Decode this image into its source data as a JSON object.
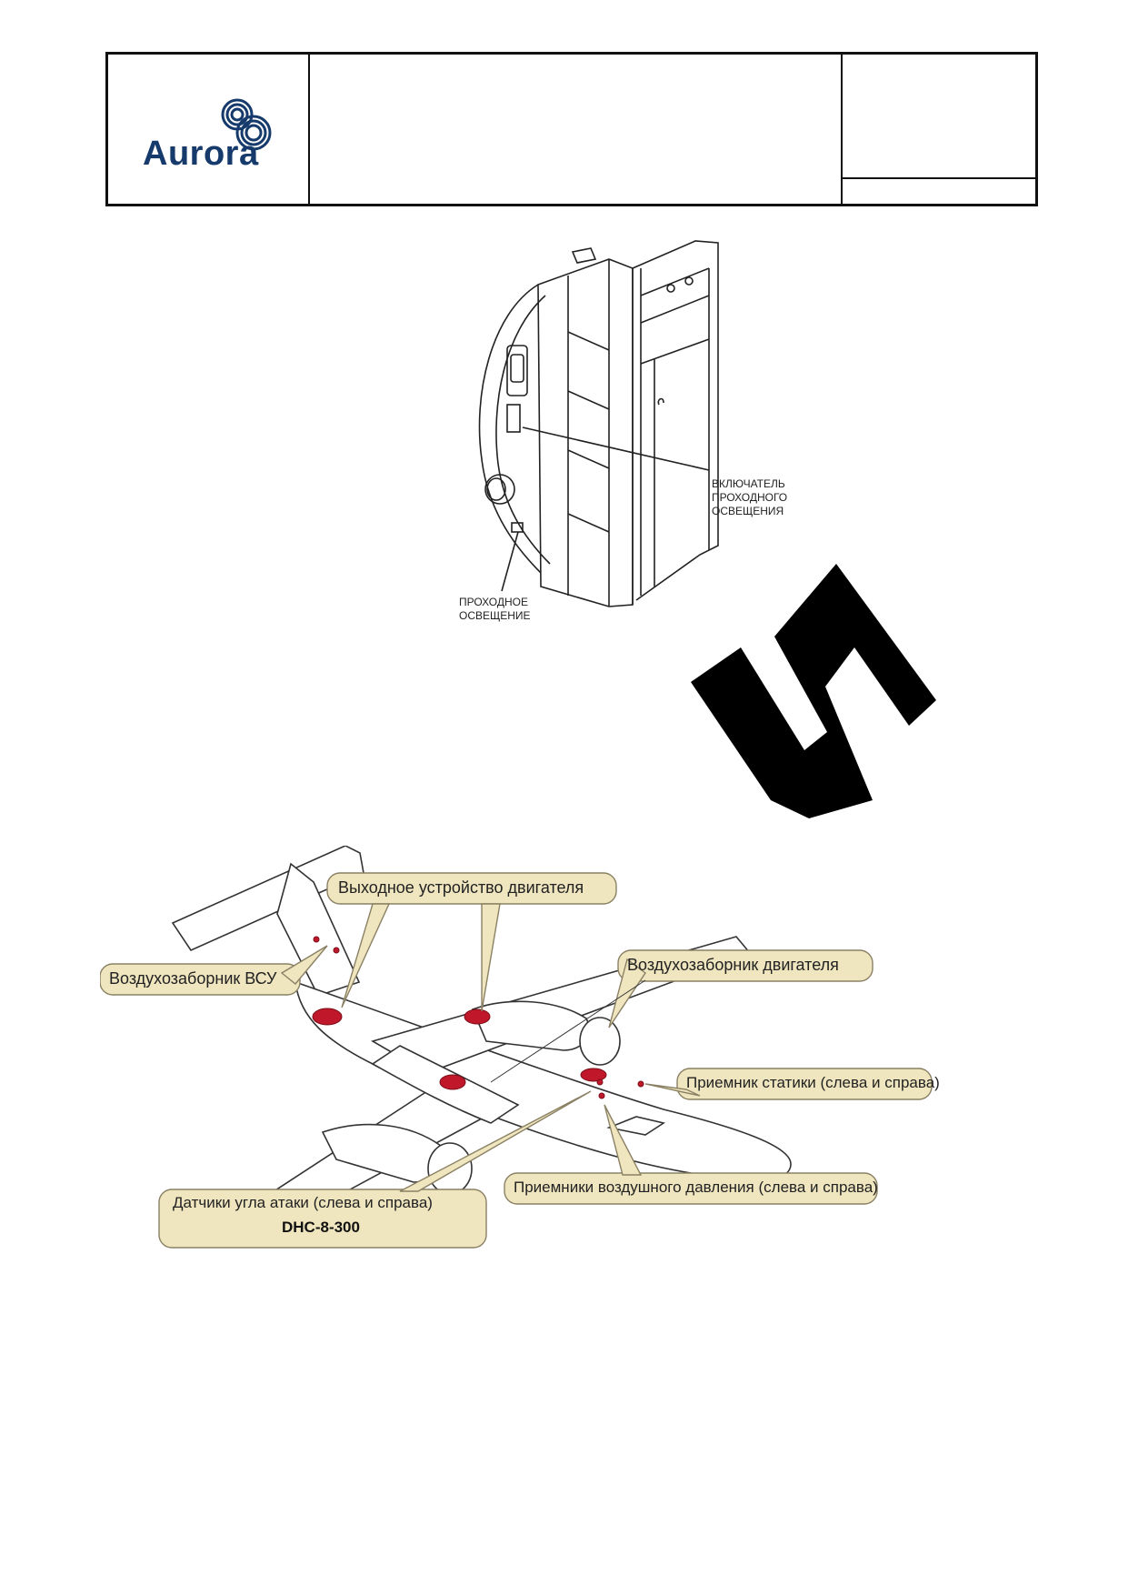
{
  "header": {
    "logo_text": "Aurora",
    "brand_color": "#163a6b"
  },
  "door_figure": {
    "switch_label": "ВКЛЮЧАТЕЛЬ\nПРОХОДНОГО\nОСВЕЩЕНИЯ",
    "light_label": "ПРОХОДНОЕ\nОСВЕЩЕНИЕ"
  },
  "stamp": {
    "icon": "large-black-stamp-mark"
  },
  "plane_figure": {
    "callouts": {
      "exhaust": "Выходное устройство двигателя",
      "apu_intake": "Воздухозаборник ВСУ",
      "engine_intake": "Воздухозаборник двигателя",
      "static_port": "Приемник статики (слева и справа)",
      "pitot": "Приемники воздушного давления (слева и справа)",
      "aoa": "Датчики угла атаки (слева и справа)"
    },
    "model": "DHC-8-300",
    "callout_fill": "#efe6bf",
    "highlight_color": "#c0182a"
  }
}
